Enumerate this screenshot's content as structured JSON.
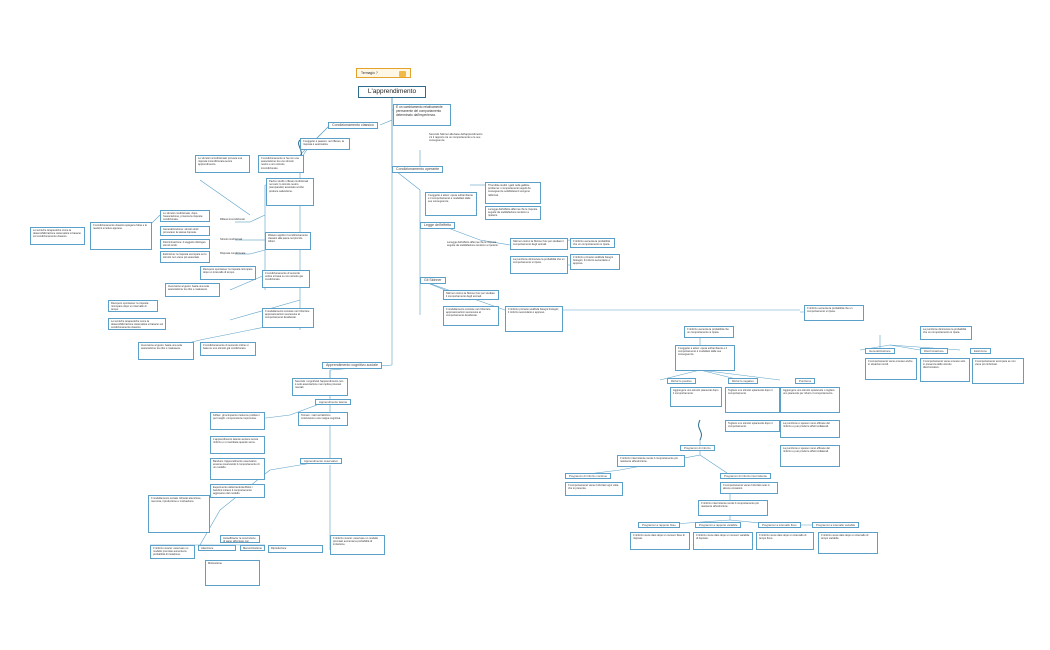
{
  "tag": {
    "label": "Termagio ?"
  },
  "root": {
    "title": "L'apprendimento"
  },
  "headers": {
    "classico": "Condizionamento classico",
    "operante": "Condizionamento operante",
    "legge": "Legge dell'effetto",
    "skinner": "Gli Skinner",
    "cognitivo": "Apprendimento cognitivo-sociale",
    "rinforzo": "Programmi di rinforzo",
    "rinforzo_continuo": "Programmi di rinforzo continuo",
    "rinforzo_intermittente": "Programmi di rinforzo intermittente",
    "intervallo_fisso": "Programmi a rapporto fisso",
    "rapporto_variabile": "Programmi a rapporto variabile",
    "intervallo_fisso2": "Programmi a intervallo fisso",
    "intervallo_variabile": "Programmi a intervallo variabile",
    "rinforzo_positivo": "Rinforzo positivo",
    "rinforzo_negativo": "Rinforzo negativo",
    "punizione": "Punizione",
    "generalizzazione": "Generalizzazione",
    "discriminazione": "Discriminazione",
    "estinzione": "Estinzione",
    "stimolo_incond": "Riflessi incondizionati",
    "stimolo_cond": "Stimoli condizionati",
    "risposta_cond": "Risposta condizionata",
    "apprendimento_latente": "Apprendimento latente",
    "apprendimento_imitazione": "Apprendimento osservativo"
  },
  "texts": {
    "def_appr": "È un cambiamento relativamente permanente del comportamento determinato dall'esperienza.",
    "operante_intro": "Secondo Skinner alla base dell'apprendimento c'è il rapporto tra un comportamento e le sue conseguenze.",
    "classico_1": "Il soggetto è passivo: nel riflesso, la risposta è automatica.",
    "classico_2": "Il condizionamento si ha con una associazione tra uno stimolo neutro e uno stimolo incondizionato.",
    "classico_3": "Pavlov studiò i riflessi condizionati nei cani; lo stimolo neutro (campanello) associato al cibo produce salivazione.",
    "classico_4": "Watson applicò il condizionamento classico alla paura nel piccolo Albert.",
    "left_1": "Lo stimolo incondizionato provoca una risposta incondizionata senza apprendimento.",
    "left_2": "Lo stimolo condizionato, dopo l'associazione, provoca la risposta condizionata.",
    "left_3": "Generalizzazione: stimoli simili provocano la stessa risposta.",
    "left_4": "Discriminazione: il soggetto distingue stimoli simili.",
    "left_5": "Estinzione: la risposta scompare se lo stimolo non viene più associato.",
    "left_6": "Recupero spontaneo: la risposta ricompare dopo un intervallo di tempo.",
    "left_7": "Il condizionamento di secondo ordine si basa su uno stimolo già condizionato.",
    "left_8": "Avversione al gusto: basta una sola associazione tra cibo e malessere.",
    "far_left_1": "Il condizionamento classico spiega le fobie e le reazioni emotive apprese.",
    "far_left_2": "Le tecniche terapeutiche come la desensibilizzazione sistematica si basano sul condizionamento classico.",
    "op_1": "Il soggetto è attivo: opera sull'ambiente e il comportamento è modellato dalle sue conseguenze.",
    "op_2": "Thorndike studiò i gatti nella gabbia-problema: i comportamenti seguiti da conseguenze soddisfacenti vengono rafforzati.",
    "op_3": "La legge dell'effetto afferma che le risposte seguite da soddisfazione tendono a ripetersi.",
    "op_4": "Skinner costruì la Skinner box per studiare il comportamento degli animali.",
    "op_5": "Il rinforzo aumenta la probabilità che un comportamento si ripeta.",
    "op_6": "La punizione diminuisce la probabilità che un comportamento si ripeta.",
    "op_7": "Il rinforzo primario soddisfa bisogni biologici; il rinforzo secondario è appreso.",
    "op_8": "Il modellamento consiste nel rinforzare approssimazioni successive al comportamento desiderato.",
    "rp_1": "Aggiungere uno stimolo piacevole dopo il comportamento.",
    "rn_1": "Togliere uno stimolo spiacevole dopo il comportamento.",
    "pu_1": "Aggiungere uno stimolo spiacevole o togliere uno piacevole per ridurre il comportamento.",
    "pu_2": "La punizione è spesso meno efficace del rinforzo e può produrre effetti collaterali.",
    "gen_1": "Il comportamento viene emesso anche in situazioni simili.",
    "dis_1": "Il comportamento viene emesso solo in presenza dello stimolo discriminativo.",
    "est_1": "Il comportamento scompare se non viene più rinforzato.",
    "rc_1": "Il comportamento viene rinforzato ogni volta che si presenta.",
    "ri_1": "Il comportamento viene rinforzato solo in alcune occasioni.",
    "ri_2": "Il rinforzo intermittente rende il comportamento più resistente all'estinzione.",
    "rf_1": "Il rinforzo viene dato dopo un numero fisso di risposte.",
    "rv_1": "Il rinforzo viene dato dopo un numero variabile di risposte.",
    "if_1": "Il rinforzo viene dato dopo un intervallo di tempo fisso.",
    "iv_1": "Il rinforzo viene dato dopo un intervallo di tempo variabile.",
    "cog_1": "Secondo i cognitivisti l'apprendimento non è solo associazione ma implica processi mentali.",
    "cog_2": "Tolman: i ratti nel labirinto costruiscono una mappa cognitiva.",
    "cog_3": "Köhler: gli scimpanzé risolvono problemi per insight, comprensione improvvisa.",
    "cog_4": "L'apprendimento latente avviene senza rinforzo e si manifesta quando serve.",
    "cog_5": "Bandura: l'apprendimento osservativo avviene osservando il comportamento di un modello.",
    "cog_6": "Esperimento della bambola Bobo: i bambini imitano il comportamento aggressivo del modello.",
    "cog_7": "Il modellamento sociale richiede attenzione, memoria, riproduzione e motivazione.",
    "cog_8": "Autoefficacia: la convinzione di saper affrontare con successo un compito.",
    "cog_9": "Il rinforzo vicario: osservare un modello premiato aumenta la probabilità di imitazione.",
    "cog_10": "Attenzione",
    "cog_11": "Memorizzazione",
    "cog_12": "Riproduzione",
    "cog_13": "Motivazione"
  }
}
